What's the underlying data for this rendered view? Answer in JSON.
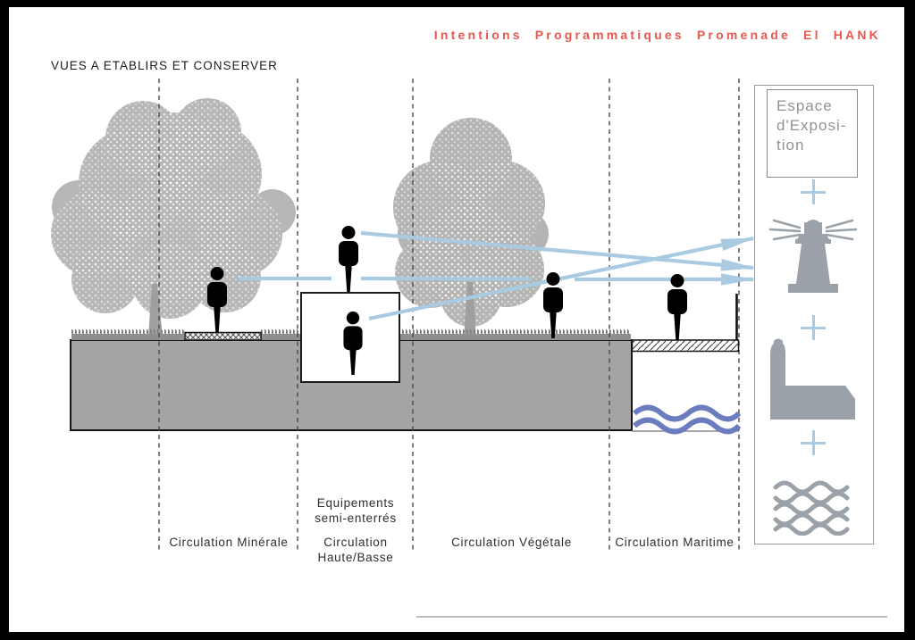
{
  "header": {
    "title": "Intentions Programmatiques Promenade El HANK",
    "subtitle": "VUES A ETABLIRS ET CONSERVER"
  },
  "zones": {
    "minerale": "Circulation Minérale",
    "equipements": "Equipements\nsemi-enterrés",
    "haute_basse": "Circulation\nHaute/Basse",
    "vegetale": "Circulation Végétale",
    "maritime": "Circulation Maritime"
  },
  "panel": {
    "exposition": "Espace\nd'Exposi-\ntion",
    "plus": "+",
    "icons": [
      "lighthouse-icon",
      "monument-building-icon",
      "sea-waves-icon"
    ]
  },
  "diagram": {
    "sightline_count": 3,
    "person_count": 5,
    "tree_count": 2
  },
  "colors": {
    "accent_red": "#e8584e",
    "arrow_blue": "#a9cbe2",
    "water_blue": "#6b7dbe",
    "icon_gray": "#9aa1a8"
  }
}
